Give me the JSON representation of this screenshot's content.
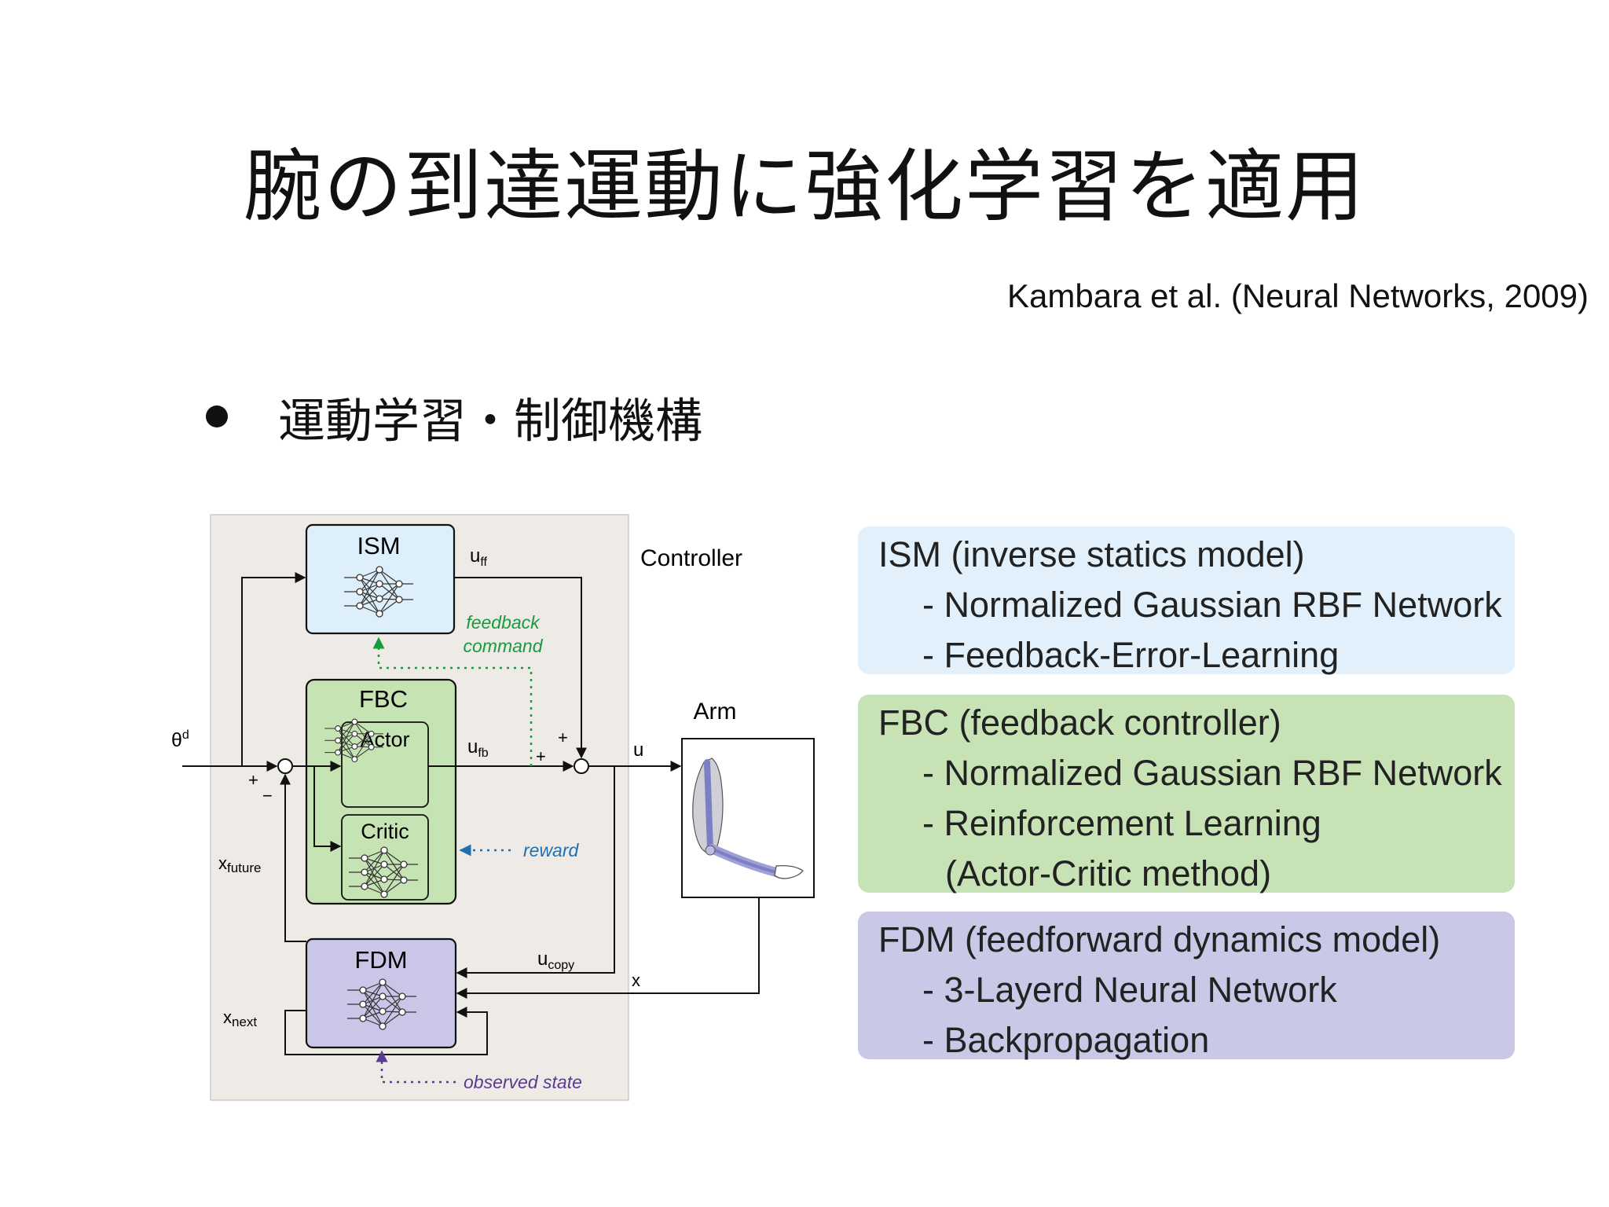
{
  "slide": {
    "title": "腕の到達運動に強化学習を適用",
    "citation": "Kambara et al. (Neural Networks, 2009)",
    "bullet": "運動学習・制御機構"
  },
  "diagram": {
    "controller_label": "Controller",
    "arm_label": "Arm",
    "ism": "ISM",
    "fbc": "FBC",
    "actor": "Actor",
    "critic": "Critic",
    "fdm": "FDM",
    "theta": "θ",
    "theta_sup": "d",
    "u_ff": "u",
    "u_ff_sub": "ff",
    "u_fb": "u",
    "u_fb_sub": "fb",
    "u": "u",
    "u_copy": "u",
    "u_copy_sub": "copy",
    "x": "x",
    "x_future": "x",
    "x_future_sub": "future",
    "x_next": "x",
    "x_next_sub": "next",
    "plus": "+",
    "minus": "−",
    "feedback_command_1": "feedback",
    "feedback_command_2": "command",
    "reward": "reward",
    "observed_state": "observed state",
    "colors": {
      "ism_fill": "#ddeffa",
      "fbc_fill": "#c6e3b3",
      "fdm_fill": "#c9c6e8",
      "controller_bg": "#eeebe6",
      "green_dotted": "#1a9a3e",
      "blue_dotted": "#1f6fb3",
      "purple_dotted": "#5a3a93"
    }
  },
  "descriptions": {
    "ism": {
      "head": "ISM (inverse statics model)",
      "items": [
        "- Normalized Gaussian RBF Network",
        "- Feedback-Error-Learning"
      ]
    },
    "fbc": {
      "head": "FBC (feedback controller)",
      "items": [
        "- Normalized Gaussian RBF Network",
        "- Reinforcement Learning"
      ],
      "sub": "(Actor-Critic method)"
    },
    "fdm": {
      "head": "FDM (feedforward dynamics model)",
      "items": [
        "- 3-Layerd Neural Network",
        "- Backpropagation"
      ]
    }
  }
}
